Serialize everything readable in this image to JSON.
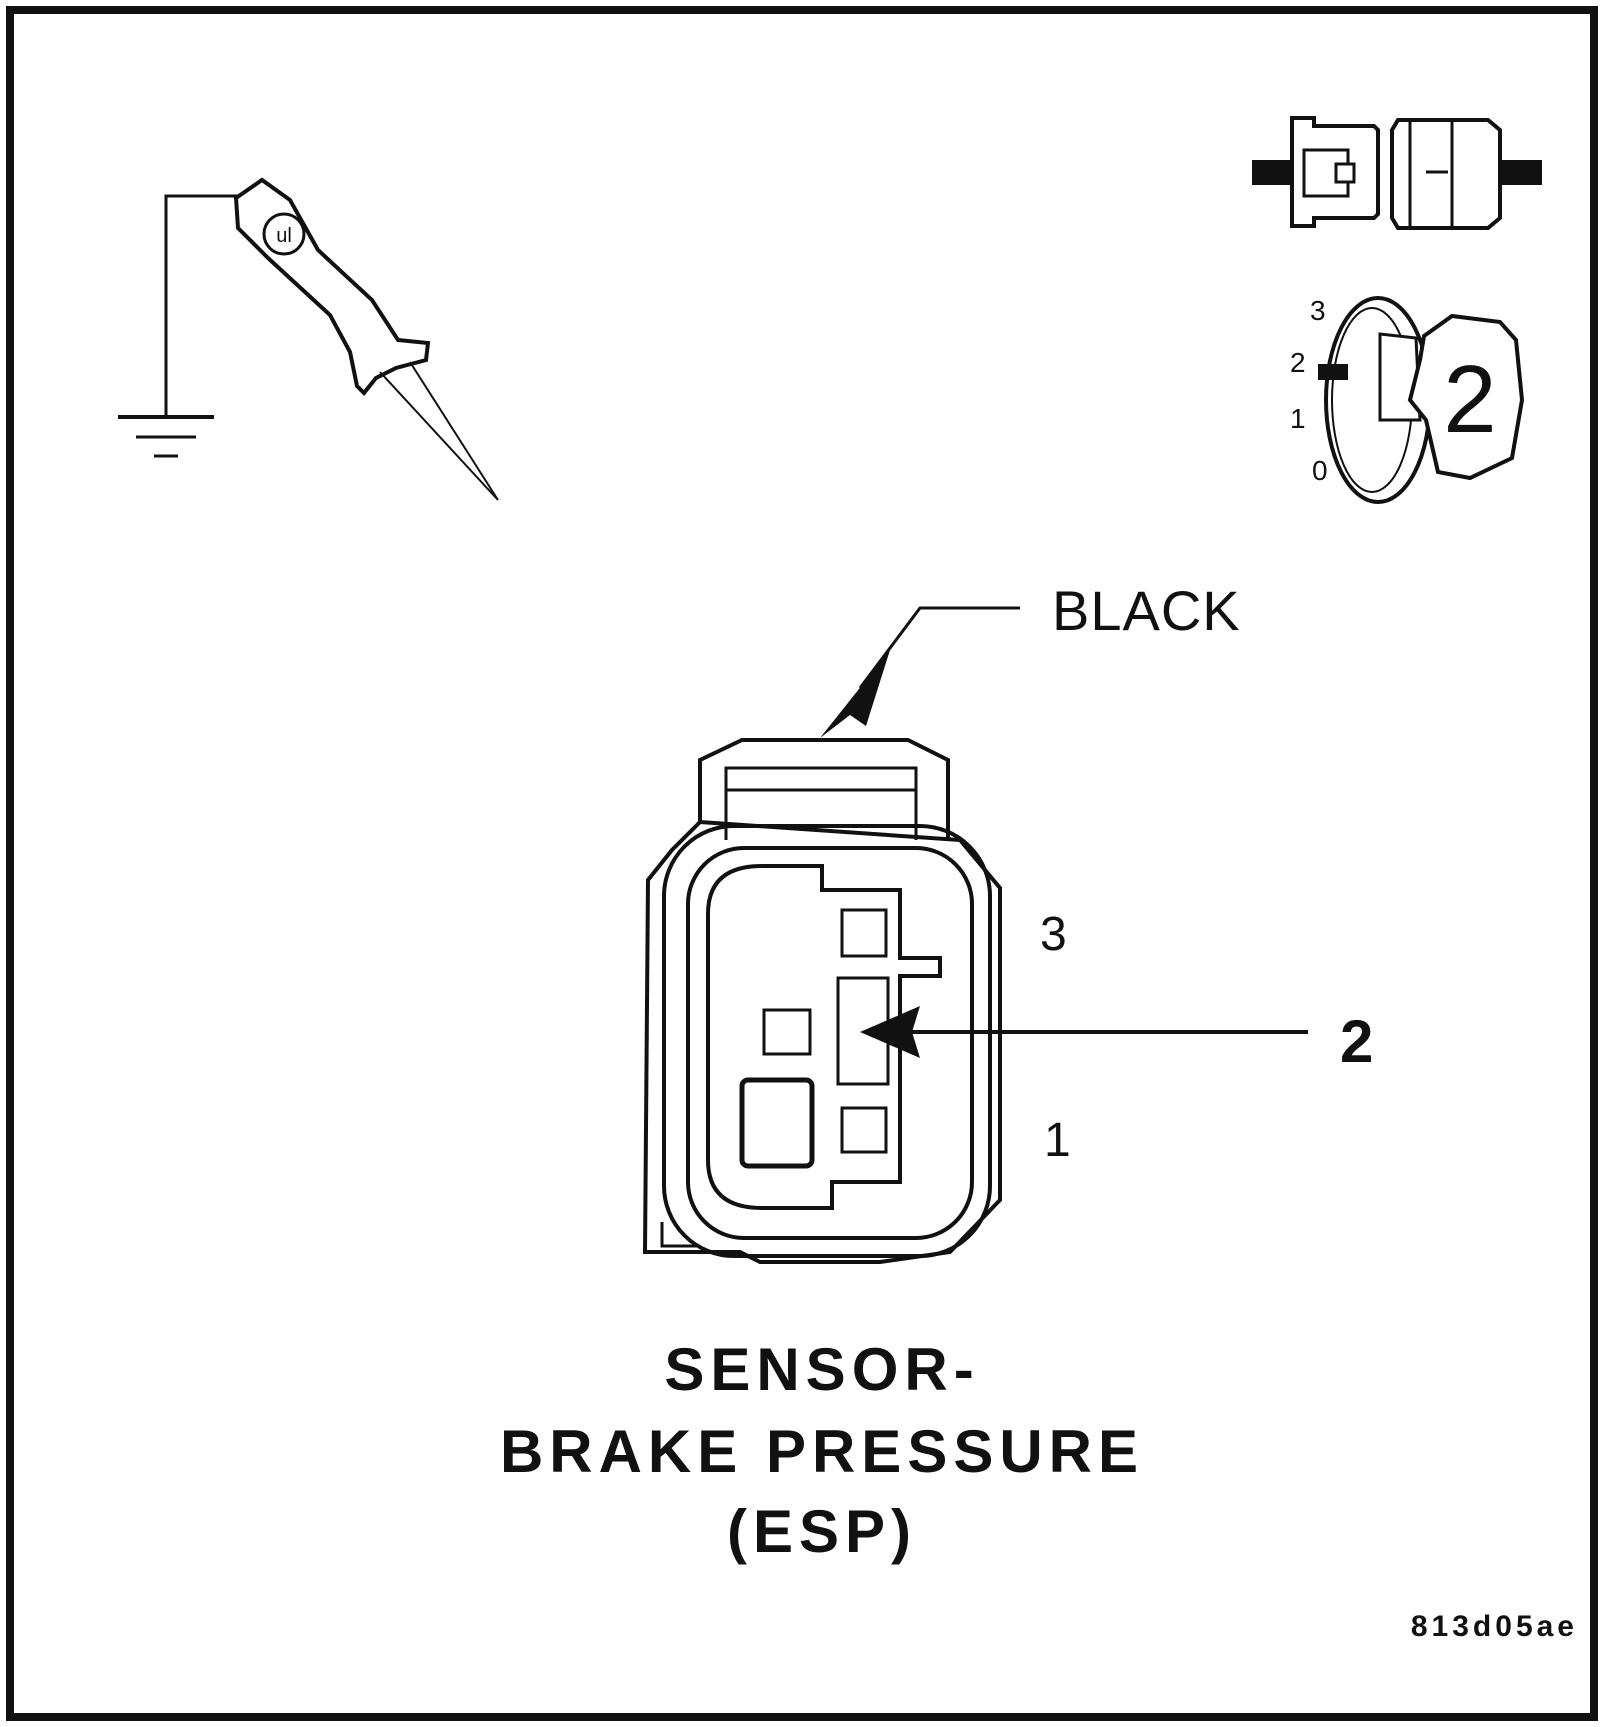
{
  "connector": {
    "color_label": "BLACK",
    "pin_top_label": "3",
    "pin_bottom_label": "1",
    "callout_number": "2"
  },
  "ignition": {
    "positions": [
      "3",
      "2",
      "1",
      "0"
    ],
    "key_position": "2"
  },
  "title": {
    "line1": "SENSOR-",
    "line2": "BRAKE PRESSURE",
    "line3": "(ESP)"
  },
  "figure_code": "813d05ae",
  "colors": {
    "ink": "#111111",
    "background": "#ffffff"
  }
}
